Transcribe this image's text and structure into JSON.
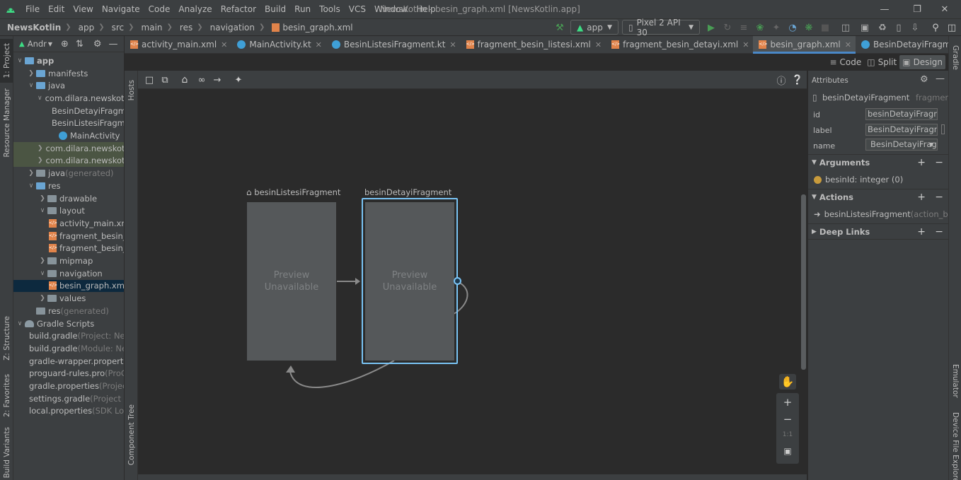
{
  "menubar": {
    "items": [
      "File",
      "Edit",
      "View",
      "Navigate",
      "Code",
      "Analyze",
      "Refactor",
      "Build",
      "Run",
      "Tools",
      "VCS",
      "Window",
      "Help"
    ],
    "window_title": "NewsKotlin - besin_graph.xml [NewsKotlin.app]"
  },
  "navbar": {
    "breadcrumbs": [
      "NewsKotlin",
      "app",
      "src",
      "main",
      "res",
      "navigation",
      "besin_graph.xml"
    ],
    "run_config": "app",
    "device": "Pixel 2 API 30"
  },
  "left_stripe": {
    "tabs": [
      "1: Project",
      "Resource Manager",
      "Z: Structure",
      "2: Favorites",
      "Build Variants"
    ]
  },
  "right_stripe": {
    "tabs": [
      "Gradle",
      "Emulator",
      "Device File Explorer"
    ]
  },
  "project": {
    "view_selector": "Andr",
    "tree": [
      {
        "label": "app",
        "indent": 0,
        "arrow": "down",
        "icon": "folder-blue",
        "bold": true
      },
      {
        "label": "manifests",
        "indent": 1,
        "arrow": "right",
        "icon": "folder-blue"
      },
      {
        "label": "java",
        "indent": 1,
        "arrow": "down",
        "icon": "folder-blue"
      },
      {
        "label": "com.dilara.newskotlin",
        "indent": 2,
        "arrow": "down",
        "icon": "folder"
      },
      {
        "label": "BesinDetayiFragment",
        "indent": 3,
        "arrow": "",
        "icon": "kotlin"
      },
      {
        "label": "BesinListesiFragment",
        "indent": 3,
        "arrow": "",
        "icon": "kotlin"
      },
      {
        "label": "MainActivity",
        "indent": 3,
        "arrow": "",
        "icon": "kotlin"
      },
      {
        "label": "com.dilara.newskotlin",
        "indent": 2,
        "arrow": "right",
        "icon": "folder",
        "hl": true
      },
      {
        "label": "com.dilara.newskotlin",
        "indent": 2,
        "arrow": "right",
        "icon": "folder",
        "hl": true
      },
      {
        "label": "java",
        "suffix": " (generated)",
        "indent": 1,
        "arrow": "right",
        "icon": "folder"
      },
      {
        "label": "res",
        "indent": 1,
        "arrow": "down",
        "icon": "folder-blue"
      },
      {
        "label": "drawable",
        "indent": 2,
        "arrow": "right",
        "icon": "folder"
      },
      {
        "label": "layout",
        "indent": 2,
        "arrow": "down",
        "icon": "folder"
      },
      {
        "label": "activity_main.xml",
        "indent": 3,
        "arrow": "",
        "icon": "xml"
      },
      {
        "label": "fragment_besin_listesi.xml",
        "indent": 3,
        "arrow": "",
        "icon": "xml"
      },
      {
        "label": "fragment_besin_detayi.xml",
        "indent": 3,
        "arrow": "",
        "icon": "xml"
      },
      {
        "label": "mipmap",
        "indent": 2,
        "arrow": "right",
        "icon": "folder"
      },
      {
        "label": "navigation",
        "indent": 2,
        "arrow": "down",
        "icon": "folder"
      },
      {
        "label": "besin_graph.xml",
        "indent": 3,
        "arrow": "",
        "icon": "xml",
        "selected": true
      },
      {
        "label": "values",
        "indent": 2,
        "arrow": "right",
        "icon": "folder"
      },
      {
        "label": "res",
        "suffix": " (generated)",
        "indent": 1,
        "arrow": "",
        "icon": "folder"
      },
      {
        "label": "Gradle Scripts",
        "indent": 0,
        "arrow": "down",
        "icon": "gradle"
      },
      {
        "label": "build.gradle",
        "suffix": " (Project: NewsKotlin)",
        "indent": 1,
        "arrow": "",
        "icon": "gradle"
      },
      {
        "label": "build.gradle",
        "suffix": " (Module: NewsKotlin.app)",
        "indent": 1,
        "arrow": "",
        "icon": "gradle"
      },
      {
        "label": "gradle-wrapper.properties",
        "indent": 1,
        "arrow": "",
        "icon": "props"
      },
      {
        "label": "proguard-rules.pro",
        "suffix": " (ProGuard Rules)",
        "indent": 1,
        "arrow": "",
        "icon": "props"
      },
      {
        "label": "gradle.properties",
        "suffix": " (Project Properties)",
        "indent": 1,
        "arrow": "",
        "icon": "props"
      },
      {
        "label": "settings.gradle",
        "suffix": " (Project Settings)",
        "indent": 1,
        "arrow": "",
        "icon": "gradle"
      },
      {
        "label": "local.properties",
        "suffix": " (SDK Location)",
        "indent": 1,
        "arrow": "",
        "icon": "props"
      }
    ]
  },
  "editor_tabs": [
    {
      "label": "activity_main.xml",
      "icon": "xml"
    },
    {
      "label": "MainActivity.kt",
      "icon": "kotlin"
    },
    {
      "label": "BesinListesiFragment.kt",
      "icon": "kotlin"
    },
    {
      "label": "fragment_besin_listesi.xml",
      "icon": "xml"
    },
    {
      "label": "fragment_besin_detayi.xml",
      "icon": "xml"
    },
    {
      "label": "besin_graph.xml",
      "icon": "xml",
      "active": true
    },
    {
      "label": "BesinDetayiFragment.kt",
      "icon": "kotlin"
    }
  ],
  "view_modes": {
    "code": "Code",
    "split": "Split",
    "design": "Design"
  },
  "side_strips": {
    "hosts": "Hosts",
    "component_tree": "Component Tree"
  },
  "canvas": {
    "dest1_label": "besinListesiFragment",
    "dest2_label": "besinDetayiFragment",
    "preview_text_1": "Preview",
    "preview_text_2": "Unavailable",
    "zoom_ratio": "1:1"
  },
  "attributes": {
    "title": "Attributes",
    "component_name": "besinDetayiFragment",
    "component_type": "fragment",
    "id_label": "id",
    "id_value": "besinDetayiFragment",
    "label_label": "label",
    "label_value": "BesinDetayiFragment",
    "name_label": "name",
    "name_value": "BesinDetayiFrag",
    "arguments_title": "Arguments",
    "argument_item": "besinId: integer (0)",
    "actions_title": "Actions",
    "action_item": "besinListesiFragment",
    "action_item_suffix": " (action_besinDetayiFragment_to_besinListesiFragment)",
    "deeplinks_title": "Deep Links"
  },
  "colors": {
    "accent": "#4a88c7",
    "selection_border": "#7ac4f5",
    "run_green": "#499c54"
  }
}
